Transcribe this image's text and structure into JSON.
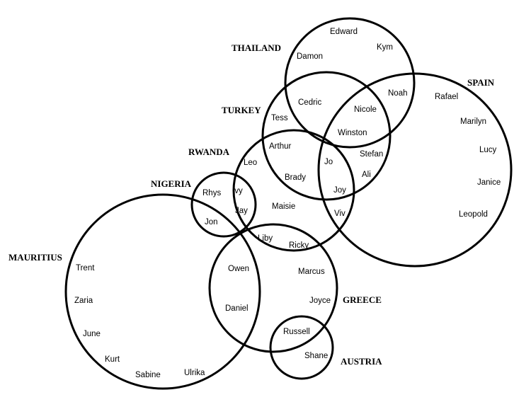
{
  "sets": [
    {
      "id": "thailand",
      "label": "THAILAND"
    },
    {
      "id": "spain",
      "label": "SPAIN"
    },
    {
      "id": "turkey",
      "label": "TURKEY"
    },
    {
      "id": "rwanda",
      "label": "RWANDA"
    },
    {
      "id": "nigeria",
      "label": "NIGERIA"
    },
    {
      "id": "mauritius",
      "label": "MAURITIUS"
    },
    {
      "id": "greece",
      "label": "GREECE"
    },
    {
      "id": "austria",
      "label": "AUSTRIA"
    }
  ],
  "members": [
    {
      "name": "Edward",
      "sets": [
        "thailand"
      ]
    },
    {
      "name": "Kym",
      "sets": [
        "thailand"
      ]
    },
    {
      "name": "Damon",
      "sets": [
        "thailand"
      ]
    },
    {
      "name": "Noah",
      "sets": [
        "thailand",
        "spain"
      ]
    },
    {
      "name": "Cedric",
      "sets": [
        "thailand",
        "turkey"
      ]
    },
    {
      "name": "Nicole",
      "sets": [
        "thailand",
        "turkey",
        "spain"
      ]
    },
    {
      "name": "Winston",
      "sets": [
        "thailand",
        "turkey",
        "spain"
      ]
    },
    {
      "name": "Tess",
      "sets": [
        "turkey"
      ]
    },
    {
      "name": "Rafael",
      "sets": [
        "spain"
      ]
    },
    {
      "name": "Marilyn",
      "sets": [
        "spain"
      ]
    },
    {
      "name": "Lucy",
      "sets": [
        "spain"
      ]
    },
    {
      "name": "Janice",
      "sets": [
        "spain"
      ]
    },
    {
      "name": "Leopold",
      "sets": [
        "spain"
      ]
    },
    {
      "name": "Arthur",
      "sets": [
        "turkey",
        "rwanda"
      ]
    },
    {
      "name": "Stefan",
      "sets": [
        "turkey",
        "spain"
      ]
    },
    {
      "name": "Ali",
      "sets": [
        "turkey",
        "spain"
      ]
    },
    {
      "name": "Jo",
      "sets": [
        "turkey",
        "rwanda",
        "spain"
      ]
    },
    {
      "name": "Joy",
      "sets": [
        "turkey",
        "rwanda",
        "spain"
      ]
    },
    {
      "name": "Brady",
      "sets": [
        "turkey",
        "rwanda"
      ]
    },
    {
      "name": "Leo",
      "sets": [
        "rwanda"
      ]
    },
    {
      "name": "Maisie",
      "sets": [
        "rwanda"
      ]
    },
    {
      "name": "Viv",
      "sets": [
        "rwanda",
        "spain"
      ]
    },
    {
      "name": "Rhys",
      "sets": [
        "nigeria"
      ]
    },
    {
      "name": "Ivy",
      "sets": [
        "nigeria",
        "rwanda"
      ]
    },
    {
      "name": "Jay",
      "sets": [
        "nigeria",
        "rwanda"
      ]
    },
    {
      "name": "Jon",
      "sets": [
        "nigeria"
      ]
    },
    {
      "name": "Liby",
      "sets": [
        "rwanda",
        "greece"
      ]
    },
    {
      "name": "Ricky",
      "sets": [
        "rwanda",
        "greece"
      ]
    },
    {
      "name": "Owen",
      "sets": [
        "mauritius",
        "greece"
      ]
    },
    {
      "name": "Daniel",
      "sets": [
        "mauritius",
        "greece"
      ]
    },
    {
      "name": "Marcus",
      "sets": [
        "greece"
      ]
    },
    {
      "name": "Joyce",
      "sets": [
        "greece"
      ]
    },
    {
      "name": "Russell",
      "sets": [
        "greece",
        "austria"
      ]
    },
    {
      "name": "Shane",
      "sets": [
        "austria"
      ]
    },
    {
      "name": "Trent",
      "sets": [
        "mauritius"
      ]
    },
    {
      "name": "Zaria",
      "sets": [
        "mauritius"
      ]
    },
    {
      "name": "June",
      "sets": [
        "mauritius"
      ]
    },
    {
      "name": "Kurt",
      "sets": [
        "mauritius"
      ]
    },
    {
      "name": "Sabine",
      "sets": [
        "mauritius"
      ]
    },
    {
      "name": "Ulrika",
      "sets": [
        "mauritius"
      ]
    }
  ]
}
